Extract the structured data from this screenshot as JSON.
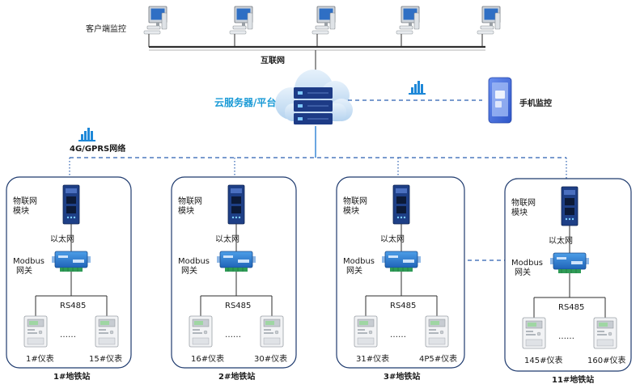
{
  "clients": {
    "label": "客户端监控",
    "count": 5,
    "network_label": "互联网"
  },
  "cloud": {
    "label": "云服务器/平台"
  },
  "mobile": {
    "label": "手机监控"
  },
  "wireless": {
    "label": "4G/GPRS网络"
  },
  "station_common": {
    "iot_module_line1": "物联网",
    "iot_module_line2": "模块",
    "ethernet": "以太网",
    "gateway_line1": "Modbus",
    "gateway_line2": "网关",
    "bus": "RS485",
    "ellipsis": "……"
  },
  "stations": [
    {
      "name": "1#地铁站",
      "meter_first": "1#仪表",
      "meter_last": "15#仪表"
    },
    {
      "name": "2#地铁站",
      "meter_first": "16#仪表",
      "meter_last": "30#仪表"
    },
    {
      "name": "3#地铁站",
      "meter_first": "31#仪表",
      "meter_last": "4P5#仪表"
    },
    {
      "name": "11#地铁站",
      "meter_first": "145#仪表",
      "meter_last": "160#仪表"
    }
  ],
  "colors": {
    "accent": "#1a9ad6",
    "frame": "#1e3a6e",
    "link": "#2a5fb0"
  }
}
